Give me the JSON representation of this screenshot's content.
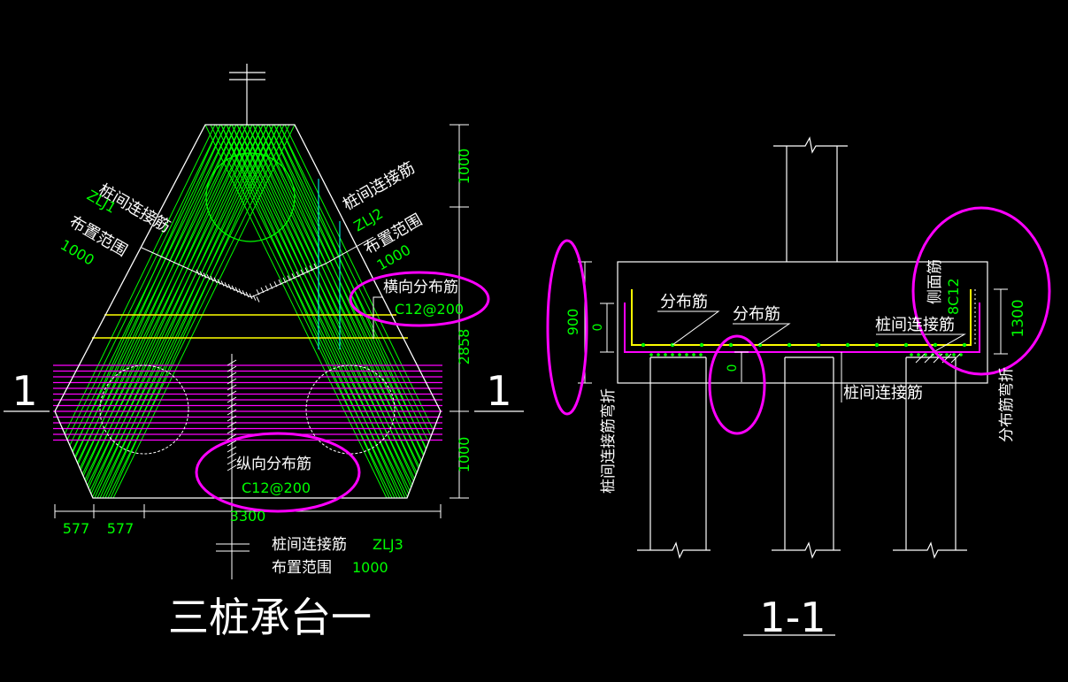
{
  "colors": {
    "background": "#000000",
    "line": "#ffffff",
    "rebar": "#00ff00",
    "dimension": "#00ff00",
    "distribution": "#ffff00",
    "transverse": "#ff00ff",
    "cyan": "#00ffff",
    "highlight": "#ff00ff"
  },
  "plan": {
    "title": "三桩承台一",
    "section_mark_left": "1",
    "section_mark_right": "1",
    "zlj1": {
      "name": "桩间连接筋",
      "code": "ZLJ1",
      "range_label": "布置范围",
      "range": "1000"
    },
    "zlj2": {
      "name": "桩间连接筋",
      "code": "ZLJ2",
      "range_label": "布置范围",
      "range": "1000"
    },
    "zlj3": {
      "name": "桩间连接筋",
      "code": "ZLJ3",
      "range_label": "布置范围",
      "range": "1000"
    },
    "transverse_dist": {
      "name": "横向分布筋",
      "spec": "C12@200"
    },
    "longitudinal_dist": {
      "name": "纵向分布筋",
      "spec": "C12@200"
    },
    "dims": {
      "right_top": "1000",
      "right_mid": "2858",
      "right_bottom": "1000",
      "bottom_1": "577",
      "bottom_2": "577",
      "bottom_total": "3300"
    }
  },
  "section": {
    "title": "1-1",
    "dist_bar_1": "分布筋",
    "dist_bar_2": "分布筋",
    "connect_bar_1": "桩间连接筋",
    "connect_bar_2": "桩间连接筋",
    "side_bar": "侧面筋",
    "side_bar_spec": "8C12",
    "left_bend": "桩间连接筋弯折",
    "right_bend": "分布筋弯折",
    "dim_900": "900",
    "dim_0_left": "0",
    "dim_0_mid": "0",
    "dim_1300": "1300"
  }
}
